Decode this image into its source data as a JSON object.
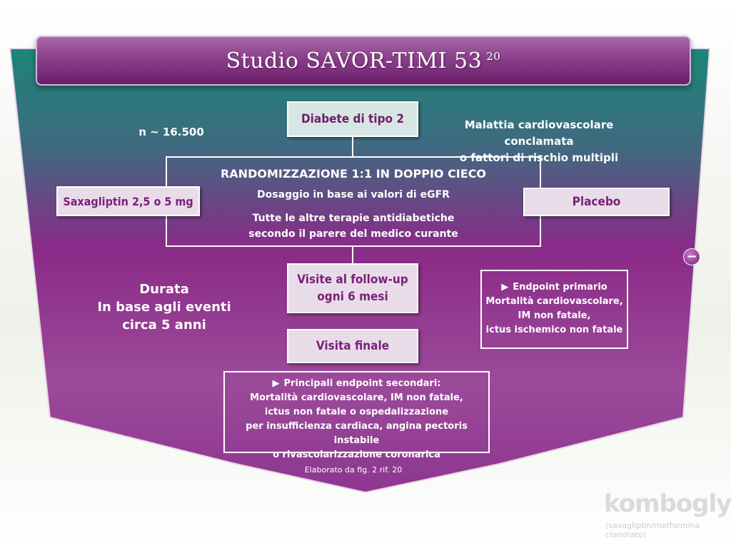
{
  "title": {
    "text": "Studio SAVOR-TIMI 53",
    "sup": "20"
  },
  "population": {
    "text": "Diabete di tipo 2"
  },
  "n_label": "n ~ 16.500",
  "criteria": {
    "line1": "Malattia cardiovascolare conclamata",
    "line2": "o fattori di rischio multipli"
  },
  "randomization": {
    "title": "RANDOMIZZAZIONE 1:1 IN DOPPIO CIECO",
    "dosing": "Dosaggio in base ai  valori di  eGFR",
    "therapy1": "Tutte le altre terapie antidiabetiche",
    "therapy2": "secondo il parere del medico curante"
  },
  "arms": {
    "left": "Saxagliptin 2,5 o 5 mg",
    "right": "Placebo"
  },
  "followup": {
    "line1": "Visite al follow-up",
    "line2": "ogni 6 mesi"
  },
  "final_visit": "Visita finale",
  "duration": {
    "line1": "Durata",
    "line2": "In base agli eventi",
    "line3": "circa 5 anni"
  },
  "primary": {
    "title": "Endpoint primario",
    "line1": "Mortalità cardiovascolare,",
    "line2": "IM non fatale,",
    "line3": "ictus ischemico non fatale"
  },
  "secondary": {
    "title": "Principali endpoint secondari:",
    "line1": "Mortalità cardiovascolare, IM non fatale,",
    "line2": "ictus non fatale o ospedalizzazione",
    "line3": "per insufficienza cardiaca, angina pectoris instabile",
    "line4": "o rivascolarizzazione coronarica"
  },
  "source": "Elaborato da fig. 2 rif. 20",
  "arrow_glyph": "▶",
  "minus_glyph": "−",
  "brand": {
    "name": "komboglyze",
    "sub": "(saxagliptin/metformina cloridrato)"
  },
  "colors": {
    "teal": "#1f7f78",
    "purple": "#7a1f7a",
    "box": "#e9dce9"
  }
}
